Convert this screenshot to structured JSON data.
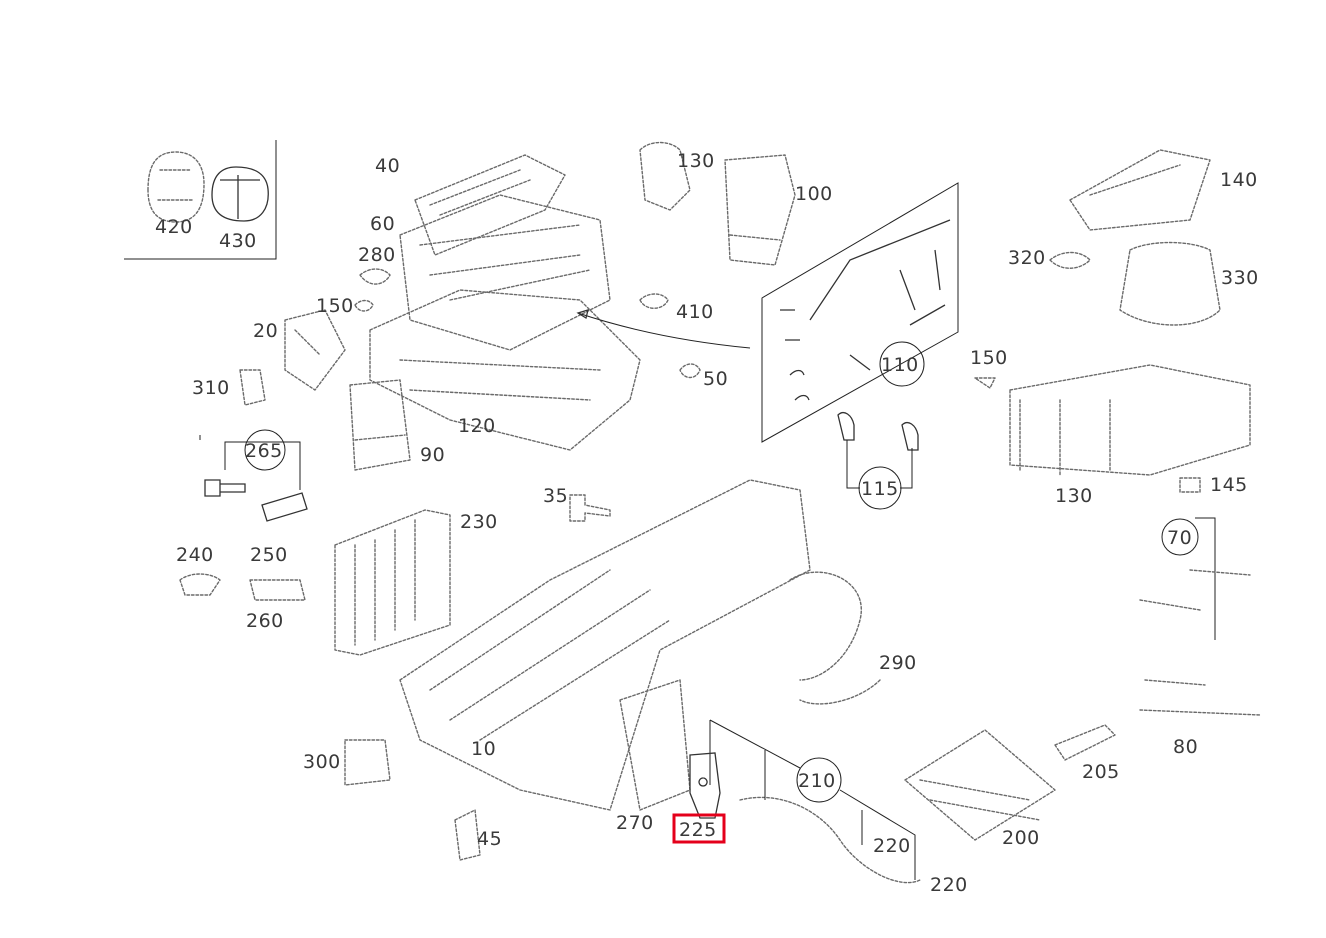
{
  "diagram": {
    "highlight_color": "#e4001b",
    "highlighted_label": "225",
    "labels": {
      "l420": "420",
      "l430": "430",
      "l40": "40",
      "l60": "60",
      "l280": "280",
      "l150a": "150",
      "l20": "20",
      "l310": "310",
      "l120": "120",
      "l130top": "130",
      "l100": "100",
      "l410": "410",
      "l50": "50",
      "l110": "110",
      "l115": "115",
      "l150b": "150",
      "l140": "140",
      "l320": "320",
      "l330": "330",
      "l130": "130",
      "l145": "145",
      "l70": "70",
      "l265": "265",
      "l90": "90",
      "l35": "35",
      "l230": "230",
      "l240": "240",
      "l250": "250",
      "l260": "260",
      "l290": "290",
      "l300": "300",
      "l10": "10",
      "l210": "210",
      "l205": "205",
      "l80": "80",
      "l270": "270",
      "l225": "225",
      "l220a": "220",
      "l220b": "220",
      "l200": "200",
      "l45": "45"
    }
  }
}
